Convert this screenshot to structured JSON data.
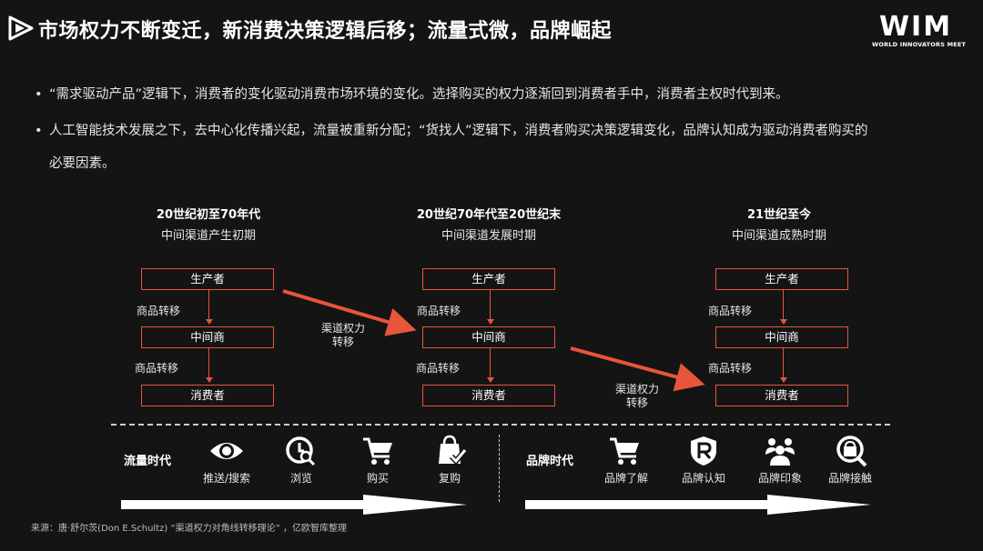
{
  "header": {
    "title": "市场权力不断变迁，新消费决策逻辑后移；流量式微，品牌崛起",
    "brand_big": "WIM",
    "brand_small": "WORLD INNOVATORS MEET"
  },
  "bullets": [
    {
      "marker": "•",
      "line1": "“需求驱动产品”逻辑下，消费者的变化驱动消费市场环境的变化。选择购买的权力逐渐回到消费者手中，消费者主权时代到来。"
    },
    {
      "marker": "•",
      "line1": "人工智能技术发展之下，去中心化传播兴起，流量被重新分配；“货找人”逻辑下，消费者购买决策逻辑变化，品牌认知成为驱动消费者购买的",
      "line2": "必要因素。"
    }
  ],
  "eras": [
    {
      "title": "20世纪初至70年代",
      "subtitle": "中间渠道产生初期",
      "producer": "生产者",
      "middle": "中间商",
      "consumer": "消费者",
      "transfer1": "商品转移",
      "transfer2": "商品转移"
    },
    {
      "title": "20世纪70年代至20世纪末",
      "subtitle": "中间渠道发展时期",
      "producer": "生产者",
      "middle": "中间商",
      "consumer": "消费者",
      "transfer1": "商品转移",
      "transfer2": "商品转移"
    },
    {
      "title": "21世纪至今",
      "subtitle": "中间渠道成熟时期",
      "producer": "生产者",
      "middle": "中间商",
      "consumer": "消费者",
      "transfer1": "商品转移",
      "transfer2": "商品转移"
    }
  ],
  "shifts": [
    {
      "line1": "渠道权力",
      "line2": "转移"
    },
    {
      "line1": "渠道权力",
      "line2": "转移"
    }
  ],
  "traffic_era": {
    "label": "流量时代",
    "steps": [
      {
        "icon": "eye-icon",
        "label": "推送/搜索"
      },
      {
        "icon": "clock-search-icon",
        "label": "浏览"
      },
      {
        "icon": "cart-icon",
        "label": "购买"
      },
      {
        "icon": "bag-check-icon",
        "label": "复购"
      }
    ]
  },
  "brand_era": {
    "label": "品牌时代",
    "steps": [
      {
        "icon": "cart-icon",
        "label": "品牌了解"
      },
      {
        "icon": "registered-shield-icon",
        "label": "品牌认知"
      },
      {
        "icon": "people-icon",
        "label": "品牌印象"
      },
      {
        "icon": "bag-search-icon",
        "label": "品牌接触"
      }
    ]
  },
  "source": "来源：唐·舒尔茨(Don E.Schultz) “渠道权力对角线转移理论” ，亿欧智库整理",
  "colors": {
    "accent": "#e8553a",
    "background": "#141414",
    "text": "#e6e6e6"
  }
}
